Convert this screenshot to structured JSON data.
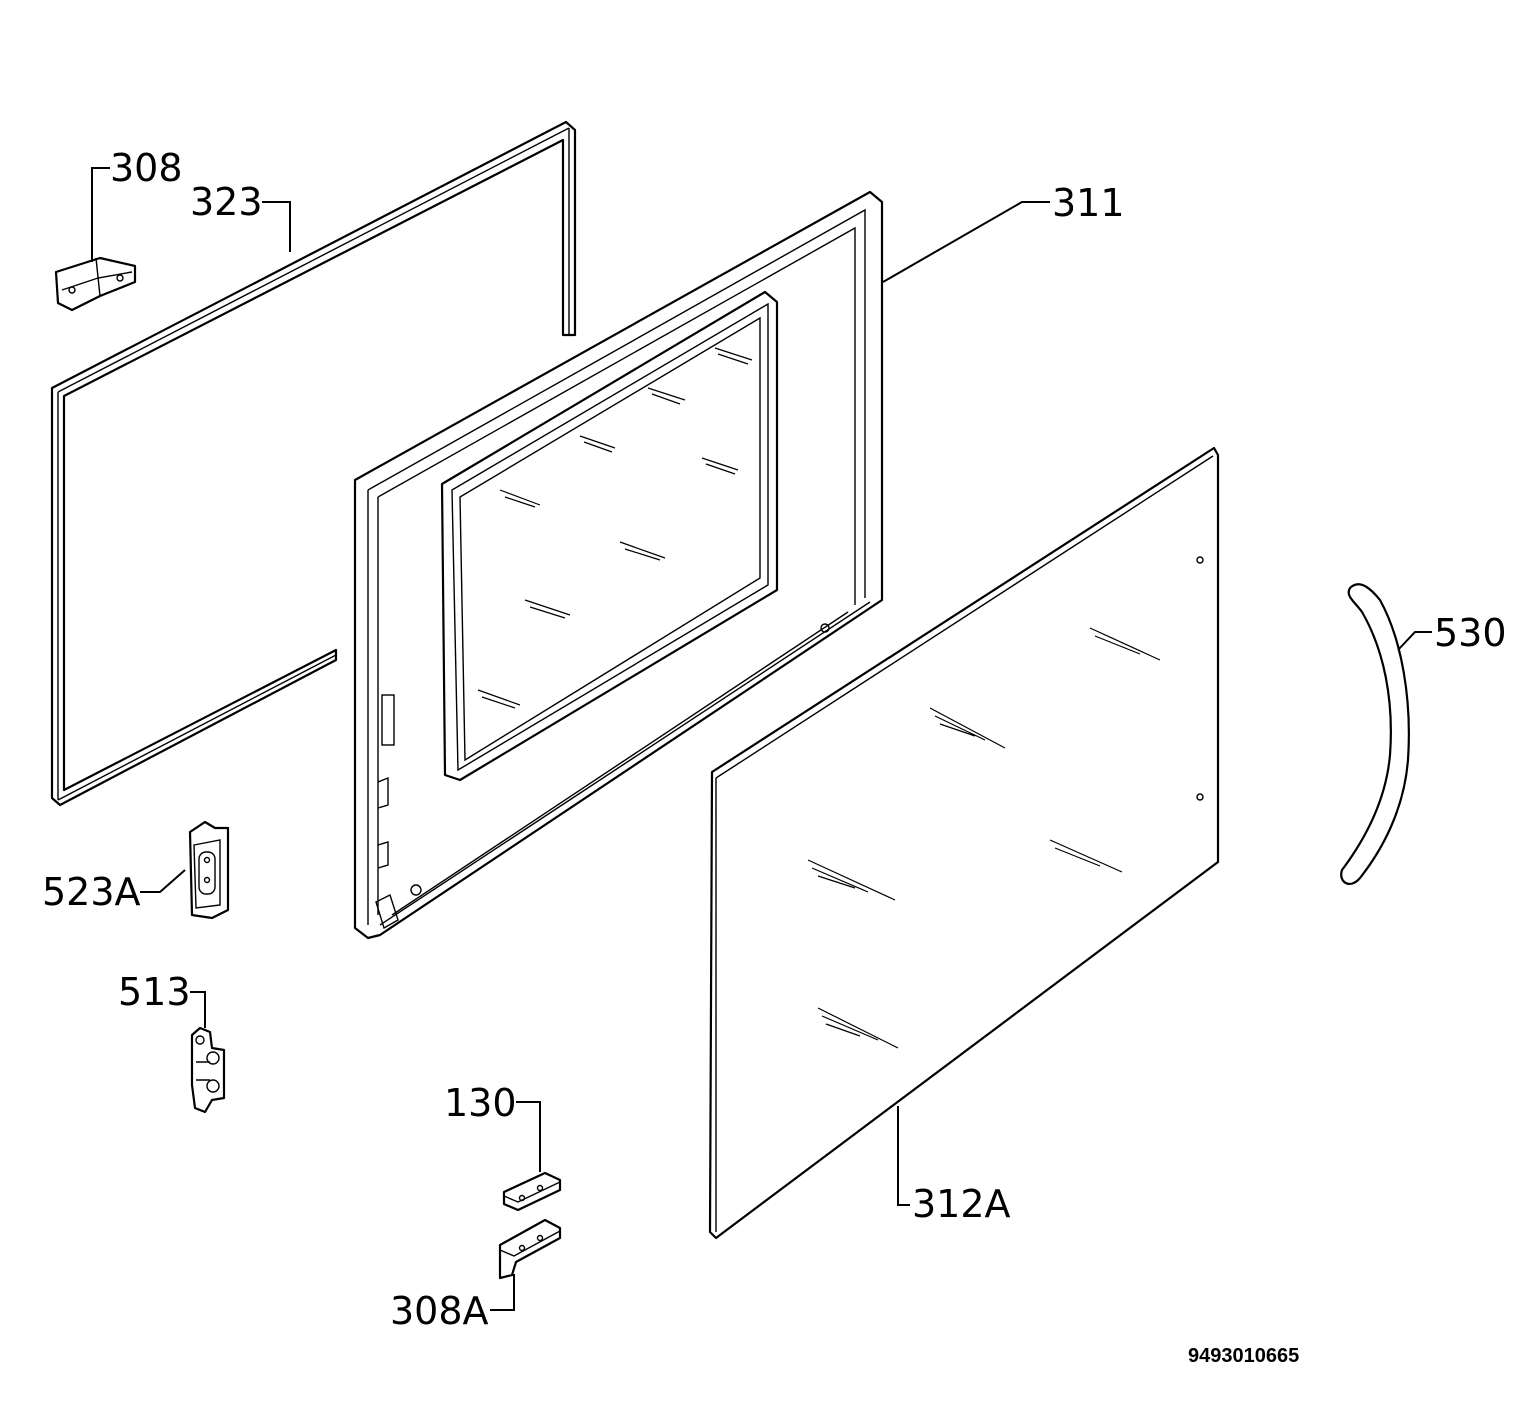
{
  "diagram": {
    "labels": {
      "p308": "308",
      "p323": "323",
      "p311": "311",
      "p530": "530",
      "p523a": "523A",
      "p513": "513",
      "p130": "130",
      "p312a": "312A",
      "p308a": "308A"
    },
    "drawing_code": "9493010665"
  }
}
